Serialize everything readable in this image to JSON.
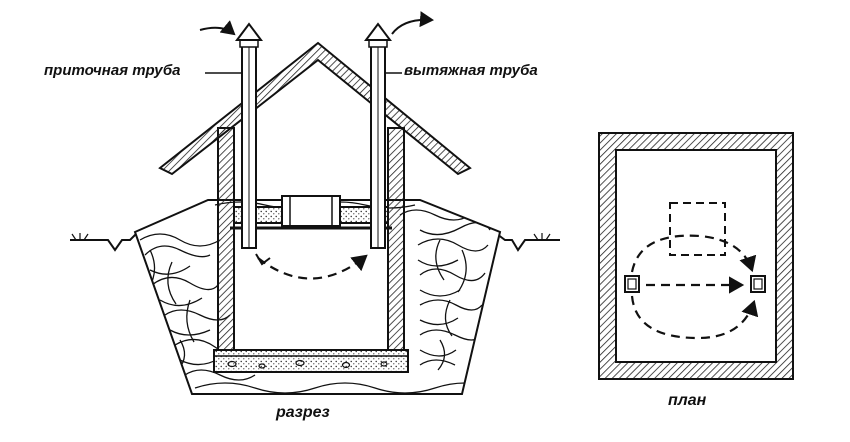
{
  "labels": {
    "supply_pipe": "приточная труба",
    "exhaust_pipe": "вытяжная труба",
    "section": "разрез",
    "plan": "план"
  },
  "colors": {
    "ink": "#111111",
    "hatch": "#333333",
    "background": "#ffffff"
  }
}
